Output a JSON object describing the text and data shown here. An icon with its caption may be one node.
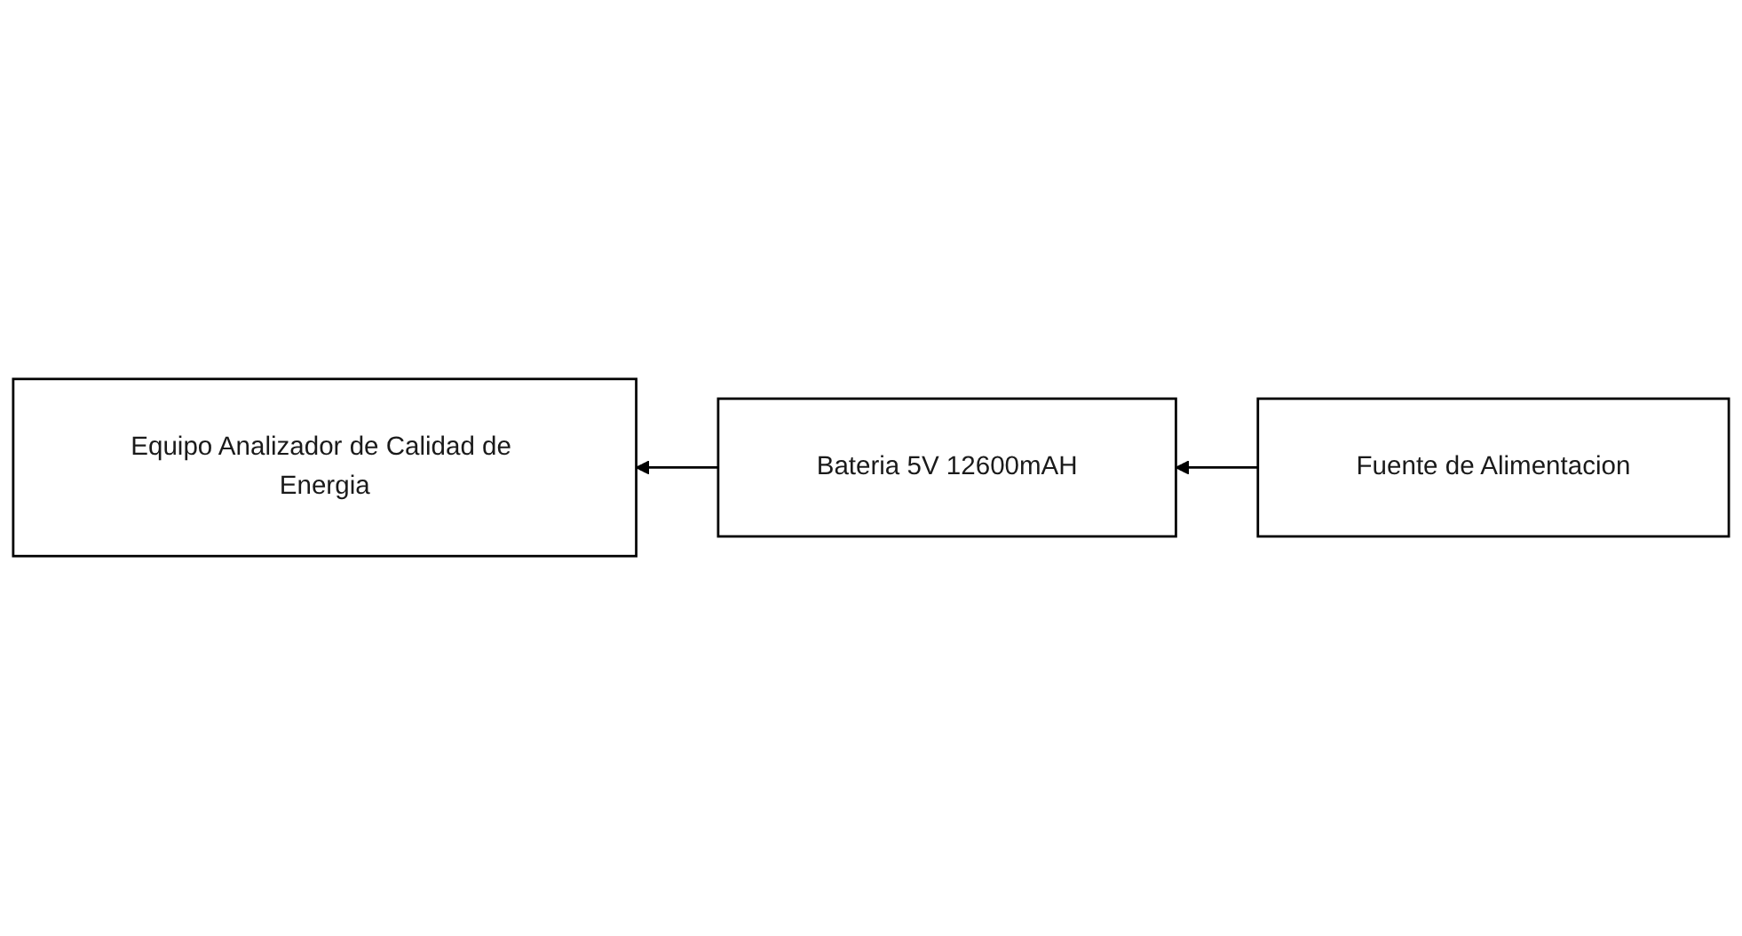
{
  "diagram": {
    "nodes": [
      {
        "text": [
          "Equipo Analizador de Calidad de Energia"
        ]
      },
      {
        "text": [
          "Bateria 5V 12600mAH"
        ]
      },
      {
        "text": [
          "Fuente de Alimentacion"
        ]
      }
    ],
    "edges": [
      {
        "from": 1,
        "to": 0,
        "arrow": "to"
      },
      {
        "from": 2,
        "to": 1,
        "arrow": "to"
      }
    ]
  }
}
